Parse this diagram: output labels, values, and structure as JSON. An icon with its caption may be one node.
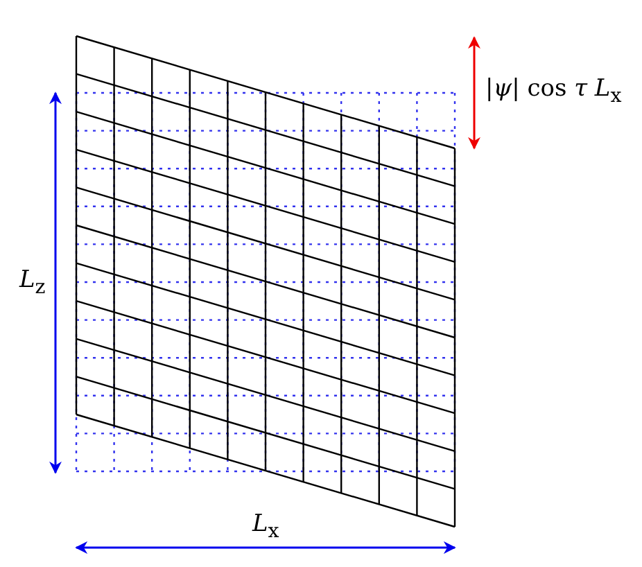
{
  "diagram": {
    "labels": [
      "|*ψ*| cos *τ* *L*$_{x}$",
      "*L*$_{z}$",
      "*L*$_{x}$"
    ]
  }
}
